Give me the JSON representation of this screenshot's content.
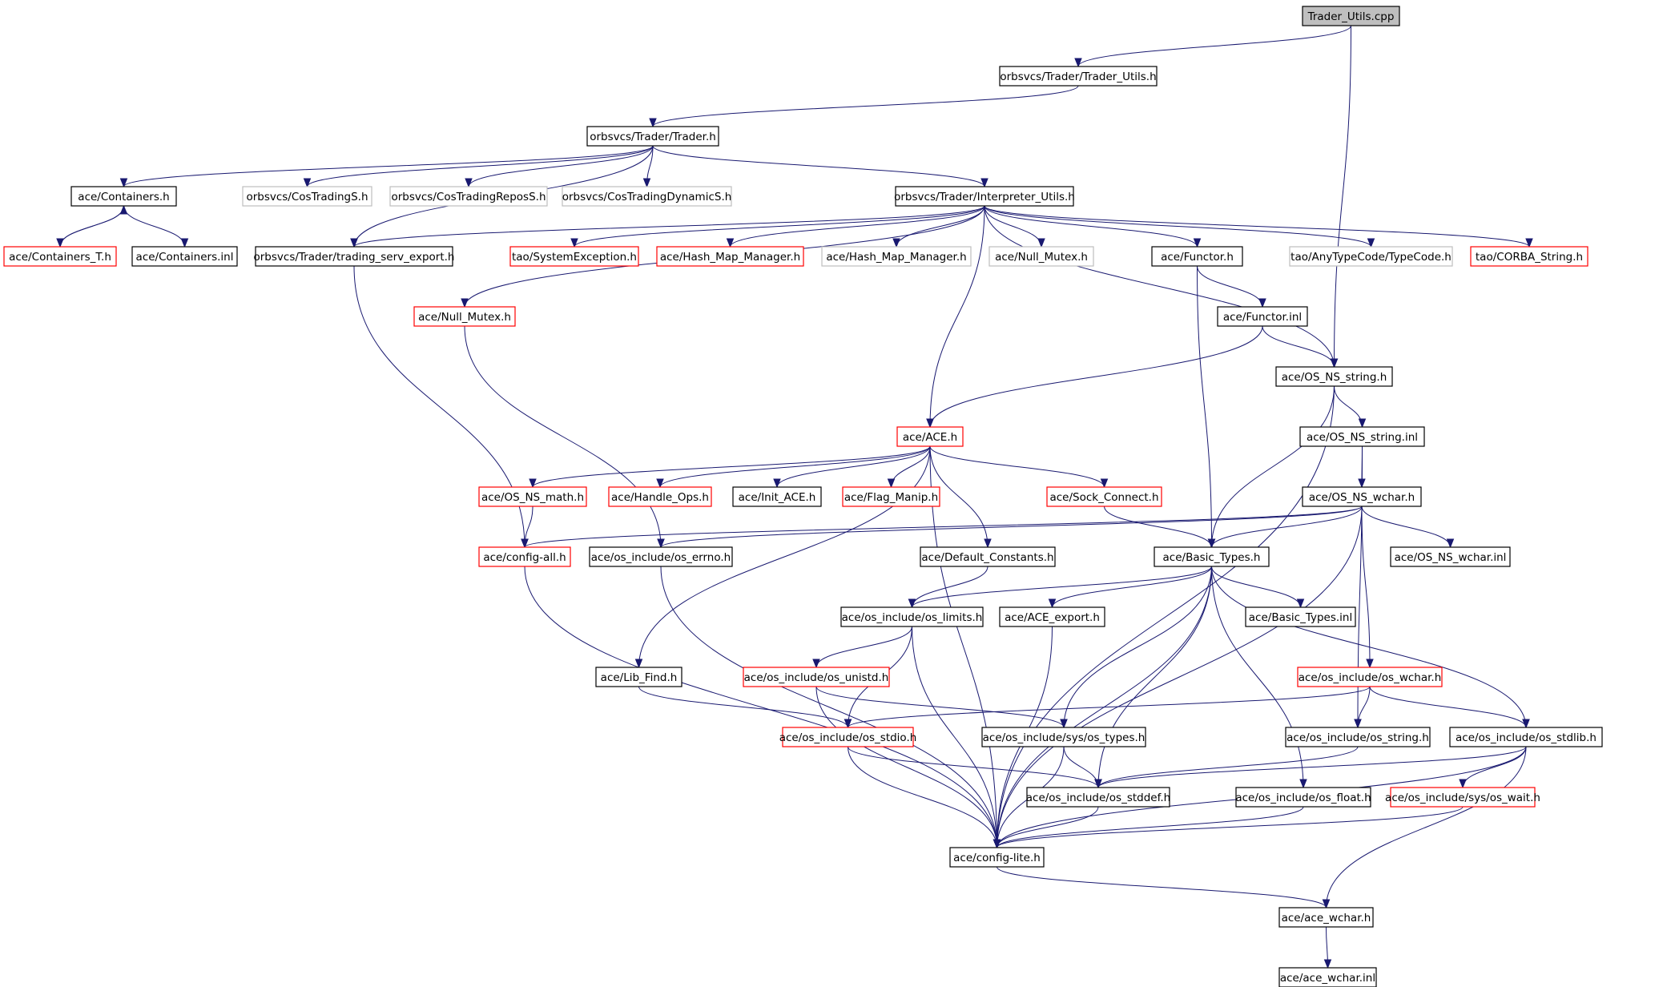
{
  "colors": {
    "edge": "#191970",
    "default_border": "#000000",
    "truncated_border": "#ff0000",
    "external_border": "#bfbfbf",
    "root_fill": "#bfbfbf"
  },
  "nodes": [
    {
      "id": "n0",
      "label": "Trader_Utils.cpp",
      "style": "root"
    },
    {
      "id": "n1",
      "label": "orbsvcs/Trader/Trader_Utils.h",
      "style": "default"
    },
    {
      "id": "n2",
      "label": "orbsvcs/Trader/Trader.h",
      "style": "default"
    },
    {
      "id": "n3",
      "label": "ace/Containers.h",
      "style": "default"
    },
    {
      "id": "n4",
      "label": "orbsvcs/CosTradingS.h",
      "style": "external"
    },
    {
      "id": "n5",
      "label": "orbsvcs/CosTradingReposS.h",
      "style": "external"
    },
    {
      "id": "n6",
      "label": "orbsvcs/CosTradingDynamicS.h",
      "style": "external"
    },
    {
      "id": "n7",
      "label": "orbsvcs/Trader/Interpreter_Utils.h",
      "style": "default"
    },
    {
      "id": "n8",
      "label": "ace/Containers_T.h",
      "style": "truncated"
    },
    {
      "id": "n9",
      "label": "ace/Containers.inl",
      "style": "default"
    },
    {
      "id": "n10",
      "label": "orbsvcs/Trader/trading_serv_export.h",
      "style": "default"
    },
    {
      "id": "n11",
      "label": "tao/SystemException.h",
      "style": "truncated"
    },
    {
      "id": "n12",
      "label": "ace/Hash_Map_Manager.h",
      "style": "truncated"
    },
    {
      "id": "n13",
      "label": "ace/Hash_Map_Manager.h",
      "style": "external"
    },
    {
      "id": "n14",
      "label": "ace/Null_Mutex.h",
      "style": "external"
    },
    {
      "id": "n15",
      "label": "ace/Functor.h",
      "style": "default"
    },
    {
      "id": "n16",
      "label": "tao/AnyTypeCode/TypeCode.h",
      "style": "external"
    },
    {
      "id": "n17",
      "label": "tao/CORBA_String.h",
      "style": "truncated"
    },
    {
      "id": "n18",
      "label": "ace/Null_Mutex.h",
      "style": "truncated"
    },
    {
      "id": "n19",
      "label": "ace/Functor.inl",
      "style": "default"
    },
    {
      "id": "n20",
      "label": "ace/OS_NS_string.h",
      "style": "default"
    },
    {
      "id": "n21",
      "label": "ace/ACE.h",
      "style": "truncated"
    },
    {
      "id": "n22",
      "label": "ace/OS_NS_string.inl",
      "style": "default"
    },
    {
      "id": "n23",
      "label": "ace/OS_NS_math.h",
      "style": "truncated"
    },
    {
      "id": "n24",
      "label": "ace/Handle_Ops.h",
      "style": "truncated"
    },
    {
      "id": "n25",
      "label": "ace/Init_ACE.h",
      "style": "default"
    },
    {
      "id": "n26",
      "label": "ace/Flag_Manip.h",
      "style": "truncated"
    },
    {
      "id": "n27",
      "label": "ace/Sock_Connect.h",
      "style": "truncated"
    },
    {
      "id": "n28",
      "label": "ace/OS_NS_wchar.h",
      "style": "default"
    },
    {
      "id": "n29",
      "label": "ace/config-all.h",
      "style": "truncated"
    },
    {
      "id": "n30",
      "label": "ace/os_include/os_errno.h",
      "style": "default"
    },
    {
      "id": "n31",
      "label": "ace/Default_Constants.h",
      "style": "default"
    },
    {
      "id": "n32",
      "label": "ace/Basic_Types.h",
      "style": "default"
    },
    {
      "id": "n33",
      "label": "ace/OS_NS_wchar.inl",
      "style": "default"
    },
    {
      "id": "n34",
      "label": "ace/os_include/os_limits.h",
      "style": "default"
    },
    {
      "id": "n35",
      "label": "ace/ACE_export.h",
      "style": "default"
    },
    {
      "id": "n36",
      "label": "ace/Basic_Types.inl",
      "style": "default"
    },
    {
      "id": "n37",
      "label": "ace/Lib_Find.h",
      "style": "default"
    },
    {
      "id": "n38",
      "label": "ace/os_include/os_unistd.h",
      "style": "truncated"
    },
    {
      "id": "n39",
      "label": "ace/os_include/os_wchar.h",
      "style": "truncated"
    },
    {
      "id": "n40",
      "label": "ace/os_include/os_stdio.h",
      "style": "truncated"
    },
    {
      "id": "n41",
      "label": "ace/os_include/sys/os_types.h",
      "style": "default"
    },
    {
      "id": "n42",
      "label": "ace/os_include/os_string.h",
      "style": "default"
    },
    {
      "id": "n43",
      "label": "ace/os_include/os_stdlib.h",
      "style": "default"
    },
    {
      "id": "n44",
      "label": "ace/os_include/os_stddef.h",
      "style": "default"
    },
    {
      "id": "n45",
      "label": "ace/os_include/os_float.h",
      "style": "default"
    },
    {
      "id": "n46",
      "label": "ace/os_include/sys/os_wait.h",
      "style": "truncated"
    },
    {
      "id": "n47",
      "label": "ace/config-lite.h",
      "style": "default"
    },
    {
      "id": "n48",
      "label": "ace/ace_wchar.h",
      "style": "default"
    },
    {
      "id": "n49",
      "label": "ace/ace_wchar.inl",
      "style": "default"
    }
  ],
  "edges": [
    [
      "n0",
      "n1"
    ],
    [
      "n0",
      "n20"
    ],
    [
      "n1",
      "n2"
    ],
    [
      "n2",
      "n3"
    ],
    [
      "n2",
      "n4"
    ],
    [
      "n2",
      "n5"
    ],
    [
      "n2",
      "n6"
    ],
    [
      "n2",
      "n7"
    ],
    [
      "n2",
      "n10"
    ],
    [
      "n3",
      "n8"
    ],
    [
      "n3",
      "n9"
    ],
    [
      "n8",
      "n3"
    ],
    [
      "n7",
      "n10"
    ],
    [
      "n7",
      "n11"
    ],
    [
      "n7",
      "n12"
    ],
    [
      "n7",
      "n13"
    ],
    [
      "n7",
      "n14"
    ],
    [
      "n7",
      "n15"
    ],
    [
      "n7",
      "n16"
    ],
    [
      "n7",
      "n17"
    ],
    [
      "n7",
      "n18"
    ],
    [
      "n7",
      "n21"
    ],
    [
      "n7",
      "n20"
    ],
    [
      "n15",
      "n19"
    ],
    [
      "n15",
      "n32"
    ],
    [
      "n19",
      "n20"
    ],
    [
      "n19",
      "n21"
    ],
    [
      "n20",
      "n22"
    ],
    [
      "n20",
      "n32"
    ],
    [
      "n20",
      "n47"
    ],
    [
      "n22",
      "n28"
    ],
    [
      "n22",
      "n42"
    ],
    [
      "n10",
      "n29"
    ],
    [
      "n18",
      "n30"
    ],
    [
      "n21",
      "n23"
    ],
    [
      "n21",
      "n24"
    ],
    [
      "n21",
      "n25"
    ],
    [
      "n21",
      "n26"
    ],
    [
      "n21",
      "n27"
    ],
    [
      "n21",
      "n31"
    ],
    [
      "n21",
      "n37"
    ],
    [
      "n21",
      "n47"
    ],
    [
      "n23",
      "n29"
    ],
    [
      "n27",
      "n32"
    ],
    [
      "n28",
      "n29"
    ],
    [
      "n28",
      "n30"
    ],
    [
      "n28",
      "n32"
    ],
    [
      "n28",
      "n33"
    ],
    [
      "n28",
      "n39"
    ],
    [
      "n28",
      "n47"
    ],
    [
      "n29",
      "n47"
    ],
    [
      "n30",
      "n47"
    ],
    [
      "n31",
      "n34"
    ],
    [
      "n32",
      "n34"
    ],
    [
      "n32",
      "n35"
    ],
    [
      "n32",
      "n36"
    ],
    [
      "n32",
      "n41"
    ],
    [
      "n32",
      "n44"
    ],
    [
      "n32",
      "n45"
    ],
    [
      "n32",
      "n43"
    ],
    [
      "n32",
      "n47"
    ],
    [
      "n34",
      "n38"
    ],
    [
      "n34",
      "n40"
    ],
    [
      "n34",
      "n47"
    ],
    [
      "n35",
      "n47"
    ],
    [
      "n37",
      "n40"
    ],
    [
      "n38",
      "n41"
    ],
    [
      "n38",
      "n47"
    ],
    [
      "n39",
      "n40"
    ],
    [
      "n39",
      "n42"
    ],
    [
      "n39",
      "n43"
    ],
    [
      "n40",
      "n44"
    ],
    [
      "n40",
      "n47"
    ],
    [
      "n41",
      "n44"
    ],
    [
      "n41",
      "n47"
    ],
    [
      "n42",
      "n44"
    ],
    [
      "n43",
      "n44"
    ],
    [
      "n43",
      "n46"
    ],
    [
      "n43",
      "n47"
    ],
    [
      "n43",
      "n48"
    ],
    [
      "n44",
      "n47"
    ],
    [
      "n45",
      "n47"
    ],
    [
      "n46",
      "n47"
    ],
    [
      "n47",
      "n48"
    ],
    [
      "n48",
      "n49"
    ]
  ]
}
